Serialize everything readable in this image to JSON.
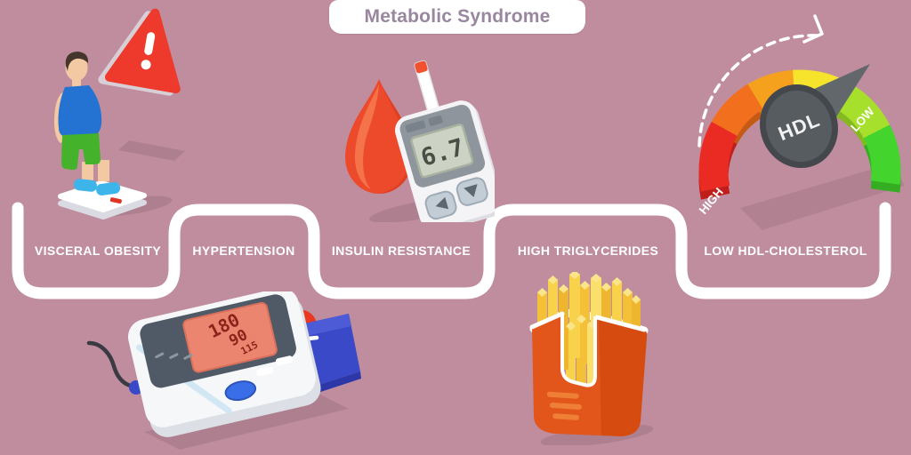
{
  "title": "Metabolic Syndrome",
  "sections": [
    {
      "label": "VISCERAL OBESITY",
      "icon": "overweight-person-on-scale"
    },
    {
      "label": "HYPERTENSION",
      "icon": "blood-pressure-monitor"
    },
    {
      "label": "INSULIN RESISTANCE",
      "icon": "glucose-meter-with-blood-drop"
    },
    {
      "label": "HIGH TRIGLYCERIDES",
      "icon": "french-fries-box"
    },
    {
      "label": "LOW HDL-CHOLESTEROL",
      "icon": "hdl-level-gauge"
    }
  ],
  "glucose_meter": {
    "reading": "6.7"
  },
  "blood_pressure": {
    "systolic": "180",
    "diastolic": "90",
    "pulse": "115"
  },
  "hdl_gauge": {
    "knob_label": "HDL",
    "high_label": "HIGH",
    "low_label": "LOW"
  },
  "colors": {
    "background": "#c08d9e",
    "path_white": "#ffffff",
    "title_text": "#99879f",
    "warning_red": "#ee3a2c",
    "gauge_red": "#ea2b24",
    "gauge_orange": "#f2701d",
    "gauge_amber": "#f6a11e",
    "gauge_yellow": "#f6e42c",
    "gauge_lime": "#a7e02c",
    "gauge_green": "#43d52e",
    "cuff_blue": "#3a49c8",
    "fries_box_orange": "#e2551b"
  }
}
